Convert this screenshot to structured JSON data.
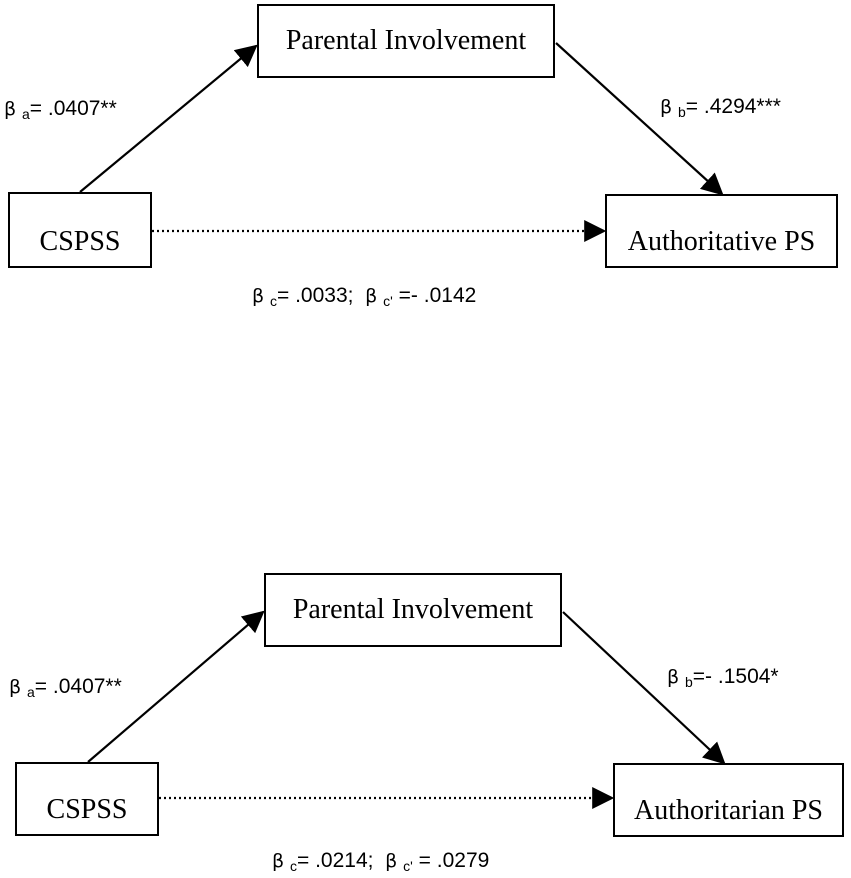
{
  "top_model": {
    "mediator_label": "Parental Involvement",
    "predictor_label": "CSPSS",
    "outcome_label": "Authoritative PS",
    "path_a": {
      "symbol": "β",
      "sub": "a",
      "value": "= .0407**"
    },
    "path_b": {
      "symbol": "β",
      "sub": "b",
      "value": "= .4294***"
    },
    "path_c": {
      "symbol": "β",
      "sub": "c",
      "value": "= .0033;"
    },
    "path_c_prime": {
      "symbol": "β",
      "sub": "c'",
      "value": "=- .0142"
    }
  },
  "bottom_model": {
    "mediator_label": "Parental Involvement",
    "predictor_label": "CSPSS",
    "outcome_label": "Authoritarian PS",
    "path_a": {
      "symbol": "β",
      "sub": "a",
      "value": "= .0407**"
    },
    "path_b": {
      "symbol": "β",
      "sub": "b",
      "value": "=- .1504*"
    },
    "path_c": {
      "symbol": "β",
      "sub": "c",
      "value": "= .0214;"
    },
    "path_c_prime": {
      "symbol": "β",
      "sub": "c'",
      "value": "= .0279"
    }
  }
}
